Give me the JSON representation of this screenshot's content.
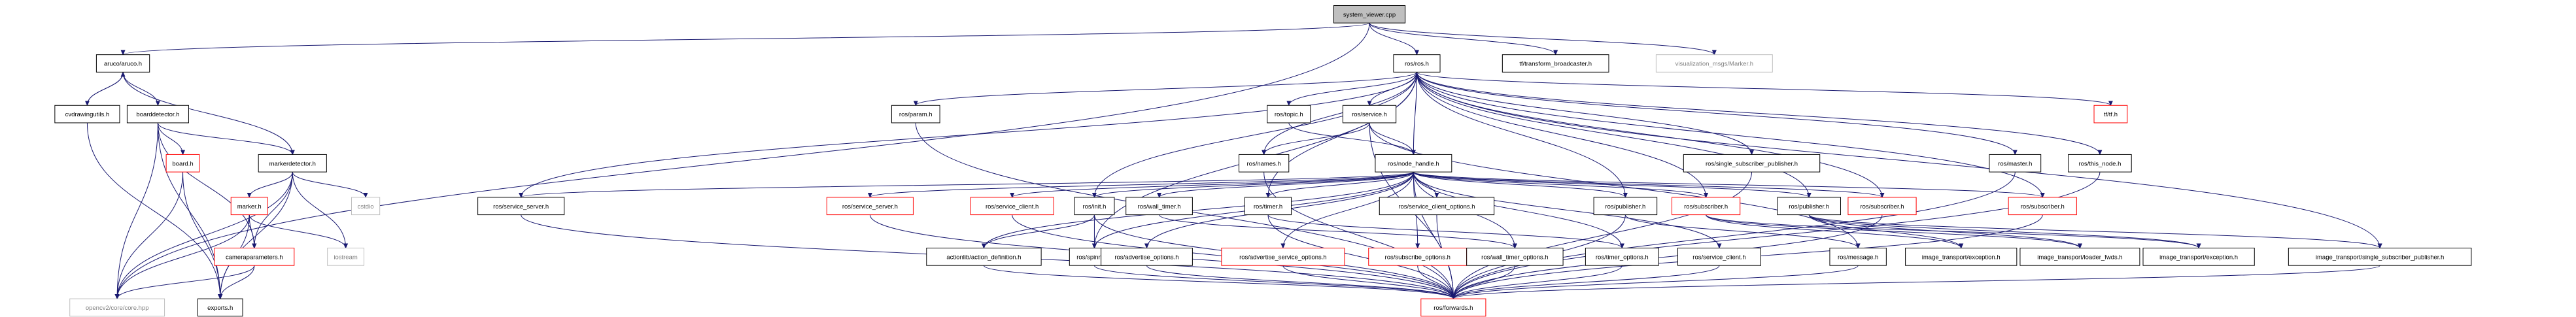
{
  "graph": {
    "kind": "include-dependency-graph",
    "colors": {
      "edge": "#191970",
      "root_fill": "#bfbfbf",
      "box_fill": "#ffffff",
      "box_stroke": "#000000",
      "unresolved_stroke": "#ff0000",
      "external_stroke": "#bfbfbf",
      "external_text": "#7f7f7f"
    },
    "nodes": [
      {
        "id": "system_viewer",
        "label": "system_viewer.cpp",
        "style": "root"
      },
      {
        "id": "aruco",
        "label": "aruco/aruco.h",
        "style": "normal"
      },
      {
        "id": "ros_ros",
        "label": "ros/ros.h",
        "style": "normal"
      },
      {
        "id": "tf_broadcaster",
        "label": "tf/transform_broadcaster.h",
        "style": "normal"
      },
      {
        "id": "viz_marker",
        "label": "visualization_msgs/Marker.h",
        "style": "external"
      },
      {
        "id": "cvdrawingutils",
        "label": "cvdrawingutils.h",
        "style": "normal"
      },
      {
        "id": "boarddetector",
        "label": "boarddetector.h",
        "style": "normal"
      },
      {
        "id": "board",
        "label": "board.h",
        "style": "unresolved"
      },
      {
        "id": "markerdetector",
        "label": "markerdetector.h",
        "style": "normal"
      },
      {
        "id": "marker",
        "label": "marker.h",
        "style": "unresolved"
      },
      {
        "id": "cstdio",
        "label": "cstdio",
        "style": "external"
      },
      {
        "id": "iostream",
        "label": "iostream",
        "style": "external"
      },
      {
        "id": "cameraparameters",
        "label": "cameraparameters.h",
        "style": "unresolved"
      },
      {
        "id": "opencv_core",
        "label": "opencv2/core/core.hpp",
        "style": "external"
      },
      {
        "id": "exports",
        "label": "exports.h",
        "style": "normal"
      },
      {
        "id": "ros_param",
        "label": "ros/param.h",
        "style": "normal"
      },
      {
        "id": "ros_topic",
        "label": "ros/topic.h",
        "style": "normal"
      },
      {
        "id": "ros_service",
        "label": "ros/service.h",
        "style": "normal"
      },
      {
        "id": "tf_tf",
        "label": "tf/tf.h",
        "style": "unresolved"
      },
      {
        "id": "ros_names",
        "label": "ros/names.h",
        "style": "normal"
      },
      {
        "id": "ros_single_sub_pub",
        "label": "ros/single_subscriber_publisher.h",
        "style": "normal"
      },
      {
        "id": "ros_master",
        "label": "ros/master.h",
        "style": "normal"
      },
      {
        "id": "ros_this_node",
        "label": "ros/this_node.h",
        "style": "normal"
      },
      {
        "id": "ros_node_handle",
        "label": "ros/node_handle.h",
        "style": "normal"
      },
      {
        "id": "ros_service_server",
        "label": "ros/service_server.h",
        "style": "normal"
      },
      {
        "id": "ros_service_server_r",
        "label": "ros/service_server.h",
        "style": "unresolved"
      },
      {
        "id": "ros_service_client_r",
        "label": "ros/service_client.h",
        "style": "unresolved"
      },
      {
        "id": "ros_init",
        "label": "ros/init.h",
        "style": "normal"
      },
      {
        "id": "ros_wall_timer",
        "label": "ros/wall_timer.h",
        "style": "normal"
      },
      {
        "id": "ros_timer",
        "label": "ros/timer.h",
        "style": "normal"
      },
      {
        "id": "ros_service_client_options",
        "label": "ros/service_client_options.h",
        "style": "normal"
      },
      {
        "id": "ros_publisher_a",
        "label": "ros/publisher.h",
        "style": "normal"
      },
      {
        "id": "ros_subscriber_r",
        "label": "ros/subscriber.h",
        "style": "unresolved"
      },
      {
        "id": "ros_publisher_b",
        "label": "ros/publisher.h",
        "style": "normal"
      },
      {
        "id": "ros_subscriber_r2",
        "label": "ros/subscriber.h",
        "style": "unresolved"
      },
      {
        "id": "ros_subscriber_r3",
        "label": "ros/subscriber.h",
        "style": "unresolved"
      },
      {
        "id": "actionlib_def",
        "label": "actionlib/action_definition.h",
        "style": "normal"
      },
      {
        "id": "ros_spinner",
        "label": "ros/spinner.h",
        "style": "normal"
      },
      {
        "id": "ros_advertise_options",
        "label": "ros/advertise_options.h",
        "style": "normal"
      },
      {
        "id": "ros_advertise_service_options",
        "label": "ros/advertise_service_options.h",
        "style": "unresolved"
      },
      {
        "id": "ros_subscribe_options",
        "label": "ros/subscribe_options.h",
        "style": "unresolved"
      },
      {
        "id": "ros_wall_timer_options",
        "label": "ros/wall_timer_options.h",
        "style": "normal"
      },
      {
        "id": "ros_timer_options",
        "label": "ros/timer_options.h",
        "style": "normal"
      },
      {
        "id": "ros_service_client",
        "label": "ros/service_client.h",
        "style": "normal"
      },
      {
        "id": "ros_message",
        "label": "ros/message.h",
        "style": "normal"
      },
      {
        "id": "it_exception_a",
        "label": "image_transport/exception.h",
        "style": "normal"
      },
      {
        "id": "it_loader_fwds",
        "label": "image_transport/loader_fwds.h",
        "style": "normal"
      },
      {
        "id": "it_exception_b",
        "label": "image_transport/exception.h",
        "style": "normal"
      },
      {
        "id": "it_single_sub_pub",
        "label": "image_transport/single_subscriber_publisher.h",
        "style": "normal"
      },
      {
        "id": "ros_forwards",
        "label": "ros/forwards.h",
        "style": "unresolved"
      }
    ],
    "edges": [
      [
        "system_viewer",
        "aruco"
      ],
      [
        "system_viewer",
        "ros_ros"
      ],
      [
        "system_viewer",
        "tf_broadcaster"
      ],
      [
        "system_viewer",
        "viz_marker"
      ],
      [
        "system_viewer",
        "opencv_core"
      ],
      [
        "aruco",
        "cvdrawingutils"
      ],
      [
        "aruco",
        "boarddetector"
      ],
      [
        "aruco",
        "markerdetector"
      ],
      [
        "cvdrawingutils",
        "aruco"
      ],
      [
        "cvdrawingutils",
        "exports"
      ],
      [
        "boarddetector",
        "board"
      ],
      [
        "boarddetector",
        "markerdetector"
      ],
      [
        "boarddetector",
        "cameraparameters"
      ],
      [
        "boarddetector",
        "opencv_core"
      ],
      [
        "boarddetector",
        "exports"
      ],
      [
        "board",
        "opencv_core"
      ],
      [
        "board",
        "exports"
      ],
      [
        "markerdetector",
        "marker"
      ],
      [
        "markerdetector",
        "cameraparameters"
      ],
      [
        "markerdetector",
        "cstdio"
      ],
      [
        "markerdetector",
        "iostream"
      ],
      [
        "markerdetector",
        "opencv_core"
      ],
      [
        "markerdetector",
        "exports"
      ],
      [
        "marker",
        "cameraparameters"
      ],
      [
        "marker",
        "iostream"
      ],
      [
        "marker",
        "opencv_core"
      ],
      [
        "marker",
        "exports"
      ],
      [
        "cameraparameters",
        "opencv_core"
      ],
      [
        "cameraparameters",
        "exports"
      ],
      [
        "ros_ros",
        "ros_param"
      ],
      [
        "ros_ros",
        "ros_topic"
      ],
      [
        "ros_ros",
        "ros_service"
      ],
      [
        "ros_ros",
        "tf_tf"
      ],
      [
        "ros_ros",
        "ros_names"
      ],
      [
        "ros_ros",
        "ros_single_sub_pub"
      ],
      [
        "ros_ros",
        "ros_master"
      ],
      [
        "ros_ros",
        "ros_this_node"
      ],
      [
        "ros_ros",
        "ros_node_handle"
      ],
      [
        "ros_ros",
        "ros_service_server"
      ],
      [
        "ros_ros",
        "ros_init"
      ],
      [
        "ros_ros",
        "ros_publisher_a"
      ],
      [
        "ros_ros",
        "ros_subscriber_r"
      ],
      [
        "ros_ros",
        "ros_publisher_b"
      ],
      [
        "ros_ros",
        "ros_subscriber_r2"
      ],
      [
        "ros_ros",
        "ros_subscriber_r3"
      ],
      [
        "ros_ros",
        "ros_spinner"
      ],
      [
        "ros_ros",
        "ros_timer"
      ],
      [
        "ros_ros",
        "it_single_sub_pub"
      ],
      [
        "ros_param",
        "ros_forwards"
      ],
      [
        "ros_topic",
        "ros_node_handle"
      ],
      [
        "ros_service",
        "ros_names"
      ],
      [
        "ros_service",
        "ros_node_handle"
      ],
      [
        "ros_service",
        "ros_message"
      ],
      [
        "ros_service",
        "ros_forwards"
      ],
      [
        "ros_names",
        "ros_forwards"
      ],
      [
        "ros_single_sub_pub",
        "ros_forwards"
      ],
      [
        "ros_master",
        "ros_forwards"
      ],
      [
        "ros_this_node",
        "ros_forwards"
      ],
      [
        "ros_service_server",
        "ros_forwards"
      ],
      [
        "ros_node_handle",
        "ros_service_server"
      ],
      [
        "ros_node_handle",
        "ros_service_server_r"
      ],
      [
        "ros_node_handle",
        "ros_service_client_r"
      ],
      [
        "ros_node_handle",
        "ros_init"
      ],
      [
        "ros_node_handle",
        "ros_wall_timer"
      ],
      [
        "ros_node_handle",
        "ros_timer"
      ],
      [
        "ros_node_handle",
        "ros_service_client_options"
      ],
      [
        "ros_node_handle",
        "ros_publisher_a"
      ],
      [
        "ros_node_handle",
        "ros_subscriber_r"
      ],
      [
        "ros_node_handle",
        "ros_publisher_b"
      ],
      [
        "ros_node_handle",
        "ros_subscriber_r2"
      ],
      [
        "ros_node_handle",
        "ros_subscriber_r3"
      ],
      [
        "ros_node_handle",
        "actionlib_def"
      ],
      [
        "ros_node_handle",
        "ros_spinner"
      ],
      [
        "ros_node_handle",
        "ros_advertise_options"
      ],
      [
        "ros_node_handle",
        "ros_advertise_service_options"
      ],
      [
        "ros_node_handle",
        "ros_subscribe_options"
      ],
      [
        "ros_node_handle",
        "ros_wall_timer_options"
      ],
      [
        "ros_node_handle",
        "ros_timer_options"
      ],
      [
        "ros_node_handle",
        "ros_service_client"
      ],
      [
        "ros_node_handle",
        "ros_forwards"
      ],
      [
        "ros_init",
        "actionlib_def"
      ],
      [
        "ros_init",
        "ros_spinner"
      ],
      [
        "ros_init",
        "ros_forwards"
      ],
      [
        "ros_wall_timer",
        "ros_wall_timer_options"
      ],
      [
        "ros_timer",
        "ros_timer_options"
      ],
      [
        "ros_timer",
        "ros_forwards"
      ],
      [
        "ros_service_client_options",
        "ros_forwards"
      ],
      [
        "ros_publisher_a",
        "ros_message"
      ],
      [
        "ros_publisher_a",
        "ros_forwards"
      ],
      [
        "ros_subscriber_r",
        "it_exception_a"
      ],
      [
        "ros_subscriber_r",
        "it_loader_fwds"
      ],
      [
        "ros_subscriber_r",
        "it_exception_b"
      ],
      [
        "ros_publisher_b",
        "it_exception_a"
      ],
      [
        "ros_publisher_b",
        "it_loader_fwds"
      ],
      [
        "ros_publisher_b",
        "it_exception_b"
      ],
      [
        "ros_publisher_b",
        "it_single_sub_pub"
      ],
      [
        "ros_subscriber_r3",
        "ros_forwards"
      ],
      [
        "ros_subscriber_r2",
        "ros_forwards"
      ],
      [
        "ros_advertise_options",
        "ros_forwards"
      ],
      [
        "ros_advertise_service_options",
        "ros_forwards"
      ],
      [
        "ros_subscribe_options",
        "ros_forwards"
      ],
      [
        "ros_wall_timer_options",
        "ros_forwards"
      ],
      [
        "ros_timer_options",
        "ros_forwards"
      ],
      [
        "ros_service_client",
        "ros_forwards"
      ],
      [
        "ros_message",
        "ros_forwards"
      ],
      [
        "ros_service_server_r",
        "ros_forwards"
      ],
      [
        "ros_service_client_r",
        "ros_forwards"
      ],
      [
        "actionlib_def",
        "ros_forwards"
      ],
      [
        "ros_spinner",
        "ros_forwards"
      ],
      [
        "it_single_sub_pub",
        "ros_forwards"
      ]
    ]
  }
}
